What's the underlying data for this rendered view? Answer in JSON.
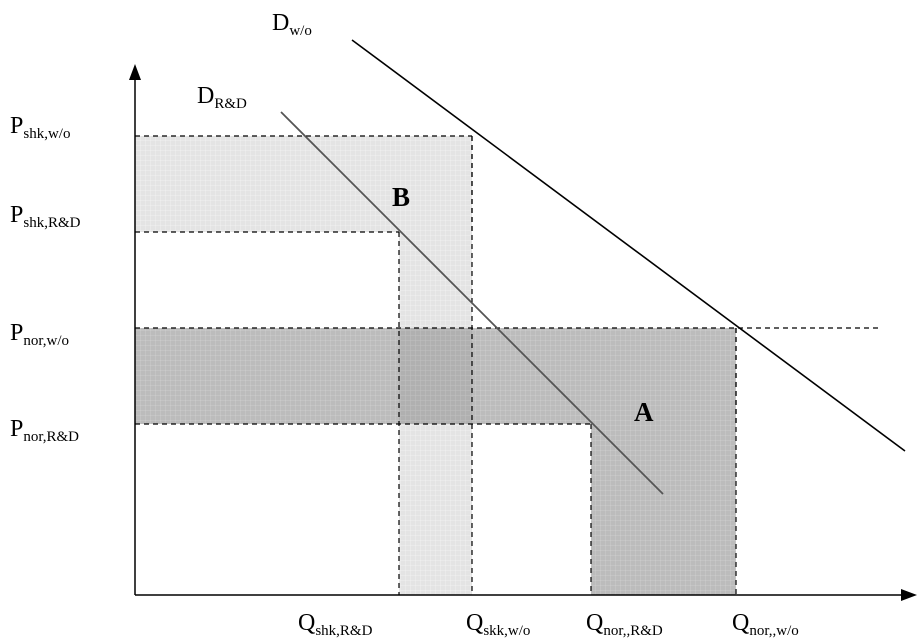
{
  "demand_curves": {
    "without": {
      "main": "D",
      "sub": "w/o"
    },
    "with_rd": {
      "main": "D",
      "sub": "R&D"
    }
  },
  "price_labels": {
    "p_shk_wo": {
      "main": "P",
      "sub": "shk,w/o"
    },
    "p_shk_rd": {
      "main": "P",
      "sub": "shk,R&D"
    },
    "p_nor_wo": {
      "main": "P",
      "sub": "nor,w/o"
    },
    "p_nor_rd": {
      "main": "P",
      "sub": "nor,R&D"
    }
  },
  "quantity_labels": {
    "q_shk_rd": {
      "main": "Q",
      "sub": "shk,R&D"
    },
    "q_skk_wo": {
      "main": "Q",
      "sub": "skk,w/o"
    },
    "q_nor_rd": {
      "main": "Q",
      "sub": "nor,,R&D"
    },
    "q_nor_wo": {
      "main": "Q",
      "sub": "nor,,w/o"
    }
  },
  "regions": {
    "a": "A",
    "b": "B"
  },
  "colors": {
    "light_fill": "#e2e2e2",
    "dark_fill": "#bdbdbd",
    "grid": "#ffffff",
    "line": "#000000",
    "rd_line": "#555555"
  }
}
